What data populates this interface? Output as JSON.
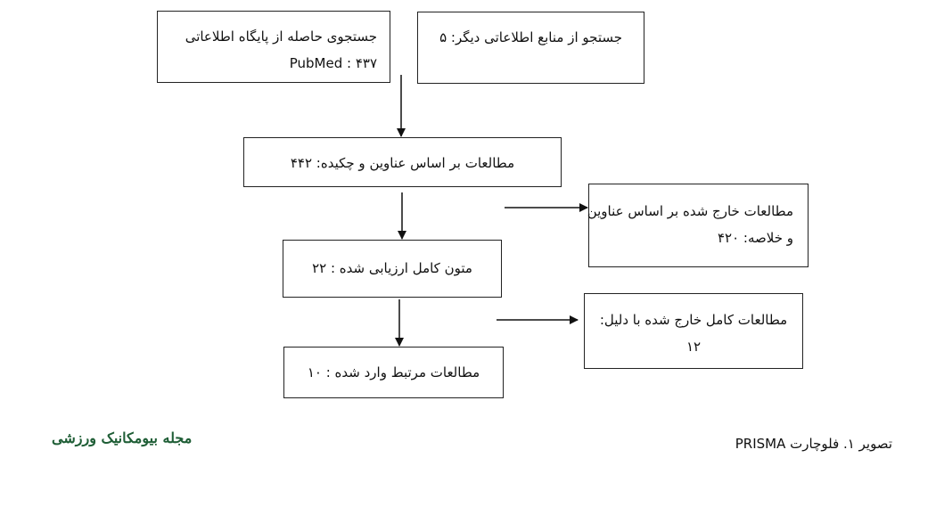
{
  "diagram": {
    "nodes": {
      "db_search": {
        "line1": "جستجوی حاصله از پایگاه اطلاعاتی",
        "line2": "۴۳۷ : PubMed"
      },
      "other_search": {
        "line1": "جستجو از منابع اطلاعاتی دیگر:  ۵"
      },
      "title_abstract": {
        "line1": "مطالعات بر اساس عناوین و چکیده:  ۴۴۲"
      },
      "excluded_title": {
        "line1": "مطالعات خارج شده بر اساس عناوین",
        "line2": "و خلاصه:  ۴۲۰"
      },
      "full_text": {
        "line1": "متون کامل ارزیابی شده :  ۲۲"
      },
      "excluded_full": {
        "line1": "مطالعات کامل خارج شده با دلیل:",
        "line2": "۱۲"
      },
      "included": {
        "line1": "مطالعات مرتبط وارد شده :  ۱۰"
      }
    }
  },
  "footer": {
    "caption": "تصویر ۱. فلوچارت PRISMA",
    "journal": "مجله بیومکانیک ورزشی"
  }
}
